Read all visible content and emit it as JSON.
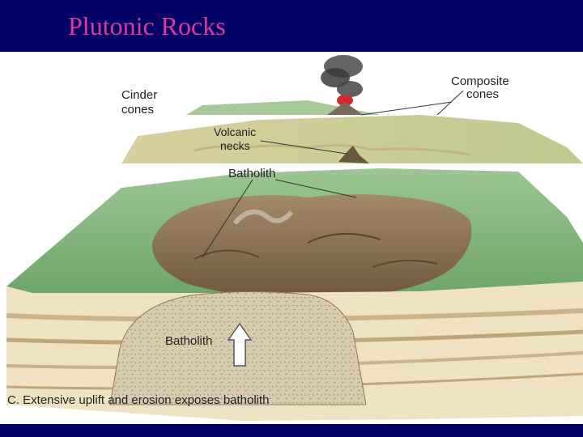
{
  "slide": {
    "title": "Plutonic Rocks"
  },
  "diagram": {
    "labels": {
      "cinder_line1": "Cinder",
      "cinder_line2": "cones",
      "composite_line1": "Composite",
      "composite_line2": "cones",
      "necks_line1": "Volcanic",
      "necks_line2": "necks",
      "batholith_top": "Batholith",
      "batholith_bottom": "Batholith"
    },
    "caption": "C. Extensive uplift and erosion exposes batholith"
  },
  "colors": {
    "header_background": "#000066",
    "title_text": "#e0389a",
    "terrain_green": "#7fb27c",
    "exposed_rock": "#8c7356",
    "batholith_fill": "#d9cbb0"
  }
}
